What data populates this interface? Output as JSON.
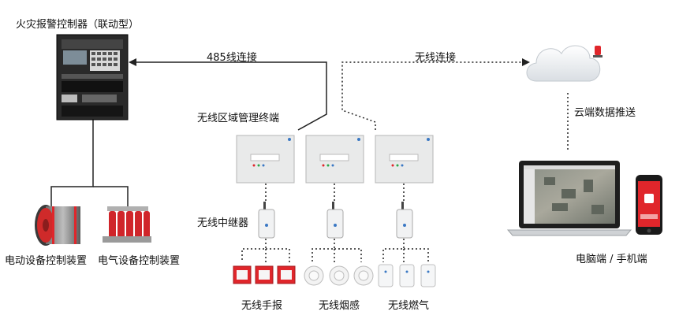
{
  "labels": {
    "controller_title": "火灾报警控制器（联动型）",
    "link_485": "485线连接",
    "link_wireless": "无线连接",
    "zone_terminal": "无线区域管理终端",
    "repeater": "无线中继器",
    "cloud_push": "云端数据推送",
    "motor_control": "电动设备控制装置",
    "electric_control": "电气设备控制装置",
    "wireless_manual": "无线手报",
    "wireless_smoke": "无线烟感",
    "wireless_gas": "无线燃气",
    "pc_mobile": "电脑端 / 手机端"
  },
  "colors": {
    "line": "#222222",
    "accent_red": "#e0262b",
    "panel": "#e9eaea",
    "dark": "#1c1c1c"
  }
}
